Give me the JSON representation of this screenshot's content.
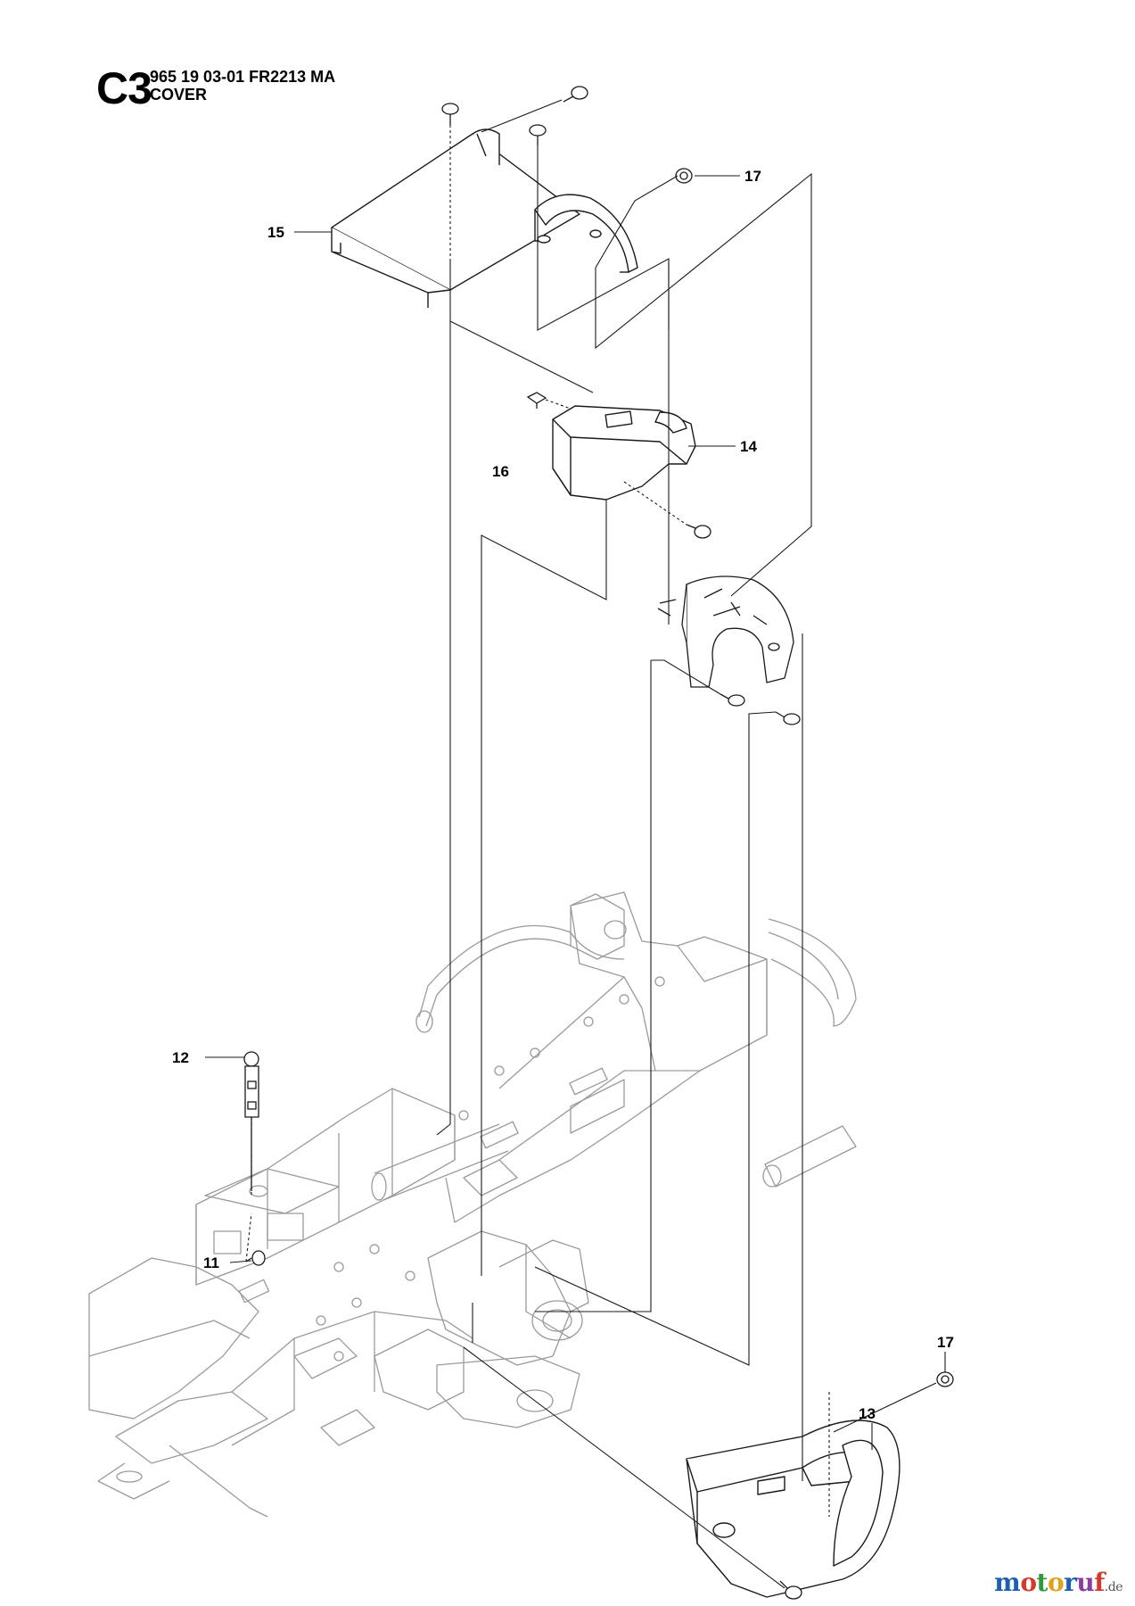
{
  "header": {
    "section_code": "C3",
    "part_number": "965 19 03-01 FR2213 MA",
    "title": "COVER"
  },
  "callouts": [
    {
      "id": "callout-15",
      "label": "15"
    },
    {
      "id": "callout-17-top",
      "label": "17"
    },
    {
      "id": "callout-14",
      "label": "14"
    },
    {
      "id": "callout-16",
      "label": "16"
    },
    {
      "id": "callout-12",
      "label": "12"
    },
    {
      "id": "callout-11",
      "label": "11"
    },
    {
      "id": "callout-13",
      "label": "13"
    },
    {
      "id": "callout-17-bottom",
      "label": "17"
    }
  ],
  "watermark": {
    "letters": [
      "m",
      "o",
      "t",
      "o",
      "r",
      "u",
      "f"
    ],
    "letter_colors": [
      "#1f5fb0",
      "#d23a2c",
      "#2f9a3c",
      "#e0a21a",
      "#1f5fb0",
      "#8a3fa0",
      "#d23a2c"
    ],
    "tld": ".de",
    "tld_color": "#555555"
  },
  "colors": {
    "line": "#1a1a1a",
    "frame_line": "#9a9a9a",
    "part_fill": "#ffffff"
  }
}
